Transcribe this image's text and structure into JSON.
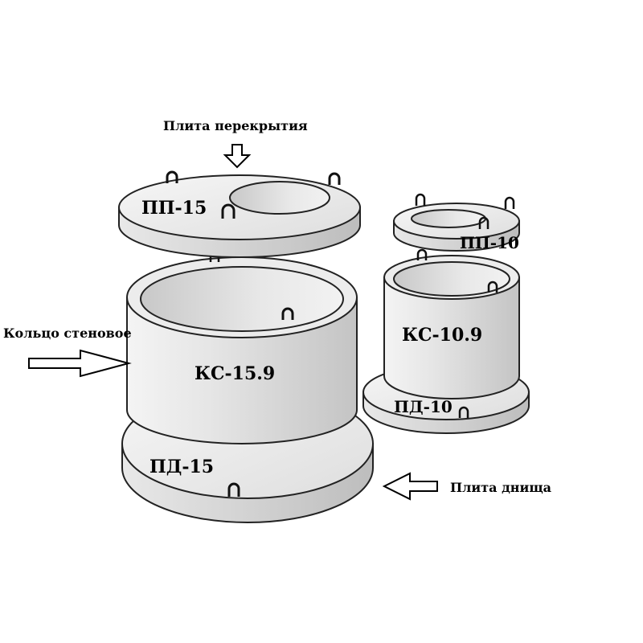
{
  "callouts": {
    "cover_slab": "Плита перекрытия",
    "wall_ring": "Кольцо стеновое",
    "bottom_slab": "Плита днища"
  },
  "large_set": {
    "cover": "ПП-15",
    "ring": "КС-15.9",
    "bottom": "ПД-15"
  },
  "small_set": {
    "cover": "ПП-10",
    "ring": "КС-10.9",
    "bottom": "ПД-10"
  }
}
